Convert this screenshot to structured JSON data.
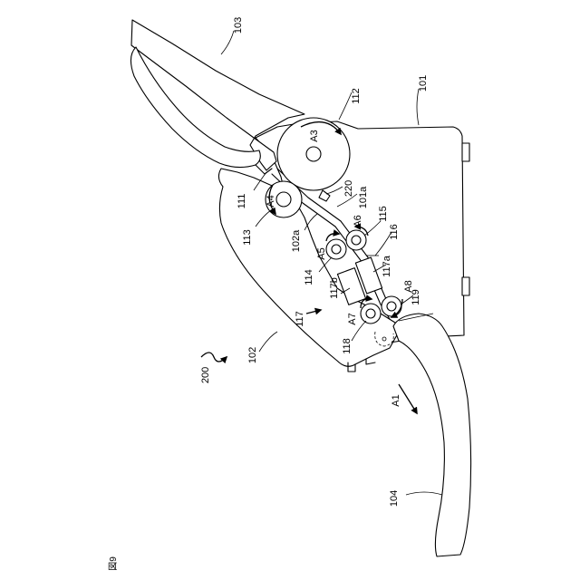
{
  "figure": {
    "caption": "図9",
    "labels": {
      "l101": "101",
      "l101a": "101a",
      "l102": "102",
      "l102a": "102a",
      "l103": "103",
      "l104": "104",
      "l111": "111",
      "l112": "112",
      "l113": "113",
      "l114": "114",
      "l115": "115",
      "l116": "116",
      "l117": "117",
      "l117a": "117a",
      "l117b": "117b",
      "l118": "118",
      "l119": "119",
      "l200": "200",
      "l220": "220"
    },
    "arrows": {
      "a1": "A1",
      "a3": "A3",
      "a4": "A4",
      "a5": "A5",
      "a6": "A6",
      "a7": "A7",
      "a8": "A8"
    }
  }
}
